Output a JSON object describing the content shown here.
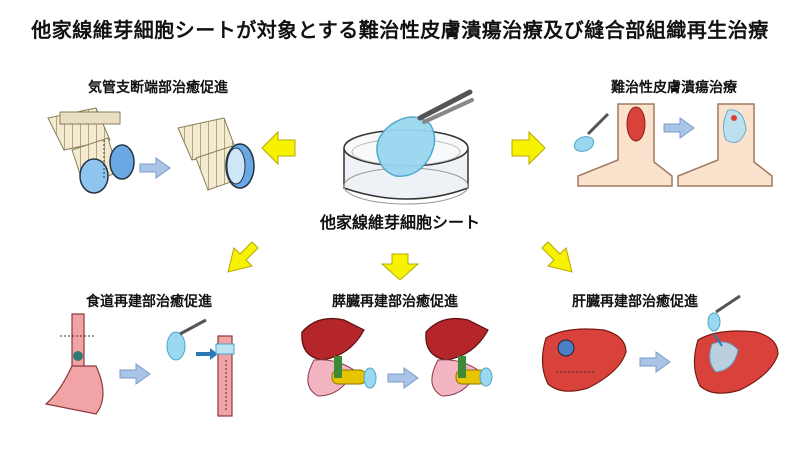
{
  "title": "他家線維芽細胞シートが対象とする難治性皮膚潰瘍治療及び縫合部組織再生治療",
  "center_label": "他家線維芽細胞シート",
  "panels": {
    "bronchus": "気管支断端部治癒促進",
    "skin": "難治性皮膚潰瘍治療",
    "esophagus": "食道再建部治癒促進",
    "pancreas": "膵臓再建部治癒促進",
    "liver": "肝臓再建部治癒促進"
  },
  "colors": {
    "arrow_yellow": "#f6f200",
    "arrow_blue": "#a9c4e6",
    "sheet": "#9ad7f0",
    "organ_red": "#d9423a",
    "skin_tone": "#fbe2cc"
  },
  "icons": [
    "petri-dish-icon",
    "tweezers-icon",
    "yellow-arrow-icon",
    "blue-arrow-icon"
  ]
}
